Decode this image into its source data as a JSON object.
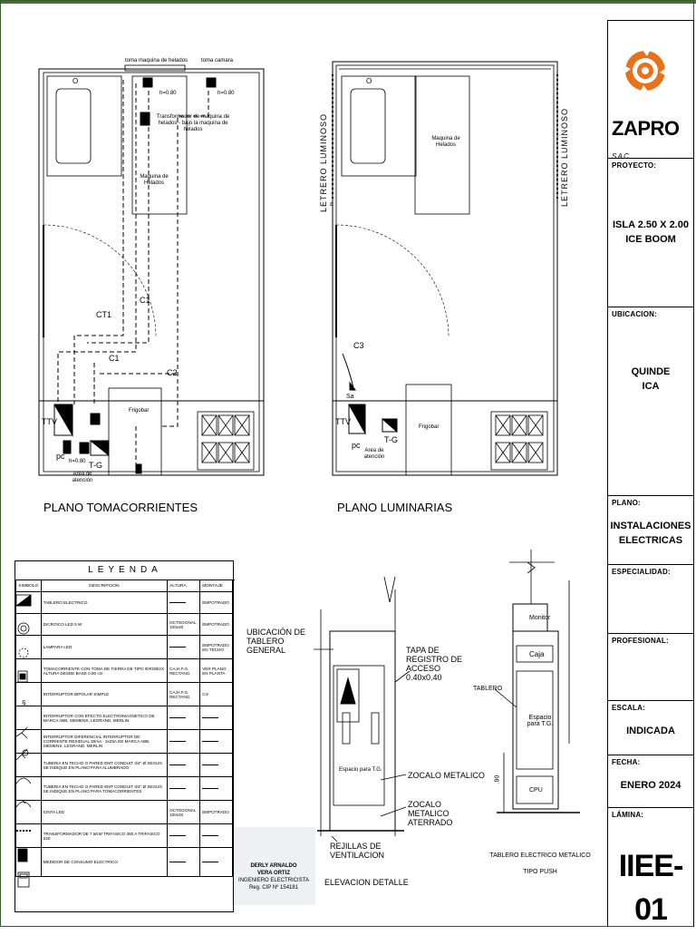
{
  "plans": {
    "tomacorrientes": {
      "title": "PLANO TOMACORRIENTES",
      "labels": {
        "toma_maquina": "toma maquina de helados",
        "toma_camara": "toma camara",
        "h1": "h=0.80",
        "h2": "h=0.80",
        "transformador": "Transformador de maquina de helados - bajo la maquina de helados",
        "maquina": "Maquina de Helados",
        "ct1": "CT1",
        "c1a": "C1",
        "c1b": "C1",
        "c2": "C2",
        "frigobar": "Frigobar",
        "ttv": "TTV",
        "pc": "pc",
        "h3": "h=0.80",
        "tg": "T-G",
        "area": "Area de atención",
        "o": "O"
      }
    },
    "luminarias": {
      "title": "PLANO LUMINARIAS",
      "labels": {
        "letrero_left": "LETRERO LUMINOSO",
        "letrero_right": "LETRERO LUMINOSO",
        "maquina": "Maquina de Helados",
        "c3": "C3",
        "sa": "Sa",
        "frigobar": "Frigobar",
        "ttv": "TTV",
        "pc": "pc",
        "tg": "T-G",
        "area": "Area de atención",
        "o": "O",
        "a": "a"
      }
    }
  },
  "legend": {
    "title": "LEYENDA",
    "headers": [
      "SIMBOLO",
      "DESCRIPCION",
      "ALTURA",
      "MONTAJE"
    ],
    "rows": [
      {
        "icon": "tablero-icon",
        "desc": "TABLERO ELECTRICO",
        "c3": "",
        "c4": "EMPOTRADO"
      },
      {
        "icon": "dicroico-icon",
        "desc": "DICROICO LED 5 W",
        "c3": "OCTOGONAL 100x40",
        "c4": "EMPOTRADO"
      },
      {
        "icon": "lampara-icon",
        "desc": "LAMPARA LED",
        "c3": "",
        "c4": "EMPOTRADO EN TECHO"
      },
      {
        "icon": "tomacorriente-icon",
        "desc": "TOMACORRIENTE  CON TOMA DE TIERRA DE TIPO IDROBOX ALTURA DESDE BASE 0.80 cm",
        "c3": "CAJA F.G. RECTANG.",
        "c4": "VER PLANO EN PLANTA"
      },
      {
        "icon": "interruptor-icon",
        "desc": "INTERRUPTOR BIPOLAR SIMPLE",
        "c3": "CAJA F.G. RECTANG.",
        "c4": "0.9"
      },
      {
        "icon": "termomagnetico-icon",
        "desc": "INTERRUPTOR CON EFECTO ELECTROMAGNETICO DE MARCA ABB, SIEMENS, LEGRAND, MERLIN",
        "c3": "",
        "c4": ""
      },
      {
        "icon": "diferencial-icon",
        "desc": "INTERRUPTOR DIFERENCIAL INTERRUPTOR DE CORRIENTE RESIDUAL  30mA - 2x25A  DE MARCA ABB, SIEMENS, LEGRAND, MERLIN",
        "c3": "",
        "c4": ""
      },
      {
        "icon": "tuberia-alumbrado-icon",
        "desc": "TUBERIA EN TECHO O PARED EMT CONDUIT 3/4\" Ø SEGUN SE INDIQUE EN PLANO PARA ALUMBRADO",
        "c3": "",
        "c4": ""
      },
      {
        "icon": "tuberia-toma-icon",
        "desc": "TUBERIA EN TECHO O PARED EMT CONDUIT 3/4\" Ø SEGUN SE INDIQUE EN PLANO PARA TOMACORRIENTES",
        "c3": "",
        "c4": ""
      },
      {
        "icon": "cinta-led-icon",
        "desc": "CINTA LED",
        "c3": "OCTOGONAL 100x40",
        "c4": "EMPOTRADO"
      },
      {
        "icon": "transformador-icon",
        "desc": "TRANSFORMADOR DE 7.5KW TRIFASICO 380 A TRIFASICO 220",
        "c3": "",
        "c4": ""
      },
      {
        "icon": "medidor-icon",
        "desc": "MEDIDOR DE CONSUMO ELECTRICO",
        "c3": "",
        "c4": ""
      }
    ]
  },
  "elevacion": {
    "ubicacion": "UBICACIÓN DE TABLERO GENERAL",
    "tapa": "TAPA DE REGISTRO DE ACCESO 0.40x0.40",
    "espacio": "Espacio para T.G.",
    "zocalo1": "ZOCALO METALICO",
    "zocalo2": "ZOCALO METALICO ATERRADO",
    "rejillas": "REJILLAS DE VENTILACION",
    "caption": "ELEVACION DETALLE"
  },
  "push": {
    "monitor": "Monitor",
    "caja": "Caja",
    "tablero": "TABLERO",
    "espacio": "Espacio para T.G.",
    "cpu": "CPU",
    "dim": ".90",
    "caption1": "TABLERO ELECTRICO METALICO",
    "caption2": "TIPO PUSH"
  },
  "signature": {
    "name1": "DERLY ARNALDO",
    "name2": "VERA ORTIZ",
    "role": "INGENIERO ELECTRICISTA",
    "reg": "Reg. CIP Nº 154181"
  },
  "title_block": {
    "brand": "ZAPRO",
    "brand_suffix": "S.A.C.",
    "proyecto_label": "PROYECTO:",
    "proyecto_1": "ISLA 2.50 X 2.00",
    "proyecto_2": "ICE BOOM",
    "ubicacion_label": "UBICACION:",
    "ubicacion_1": "QUINDE",
    "ubicacion_2": "ICA",
    "plano_label": "PLANO:",
    "plano_1": "INSTALACIONES",
    "plano_2": "ELECTRICAS",
    "especialidad_label": "ESPECIALIDAD:",
    "profesional_label": "PROFESIONAL:",
    "escala_label": "ESCALA:",
    "escala": "INDICADA",
    "fecha_label": "FECHA:",
    "fecha": "ENERO 2024",
    "lamina_label": "LÁMINA:",
    "lamina": "IIEE-01"
  },
  "colors": {
    "brand_orange": "#e8711c",
    "frame_green": "#4a6b3a"
  }
}
